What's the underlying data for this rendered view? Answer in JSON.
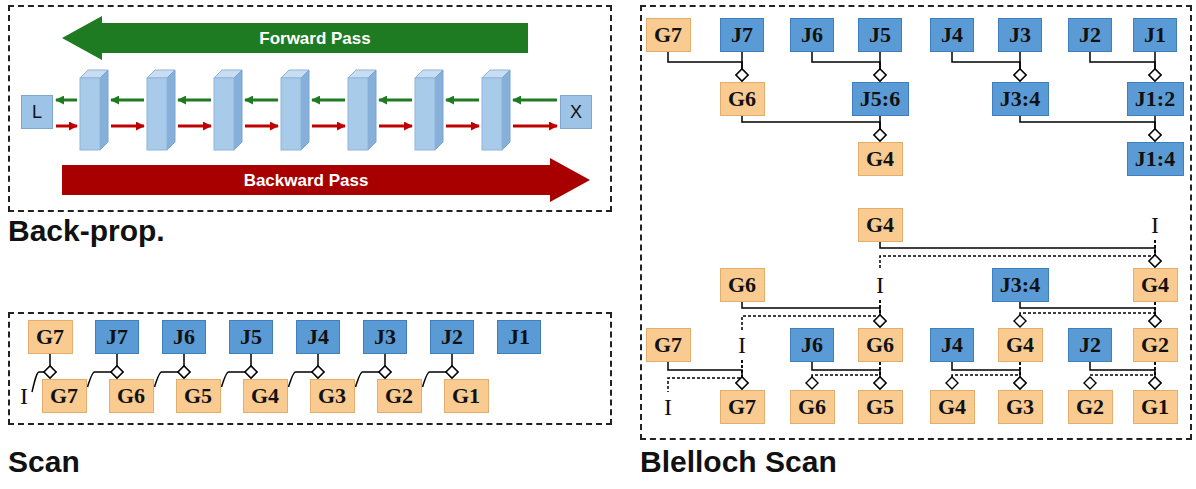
{
  "diagram": {
    "nodes": [
      {
        "text": [
          "Back-prop."
        ]
      },
      {
        "text": [
          "Forward Pass"
        ],
        "in": 0
      },
      {
        "text": [
          "L"
        ],
        "in": 0
      },
      {
        "text": [
          "X"
        ],
        "in": 0
      },
      {
        "text": [
          "Backward Pass"
        ],
        "in": 0
      },
      {
        "text": [
          "Scan"
        ]
      },
      {
        "text": [
          "G7"
        ],
        "in": 5
      },
      {
        "text": [
          "J7"
        ],
        "in": 5
      },
      {
        "text": [
          "J6"
        ],
        "in": 5
      },
      {
        "text": [
          "J5"
        ],
        "in": 5
      },
      {
        "text": [
          "J4"
        ],
        "in": 5
      },
      {
        "text": [
          "J3"
        ],
        "in": 5
      },
      {
        "text": [
          "J2"
        ],
        "in": 5
      },
      {
        "text": [
          "J1"
        ],
        "in": 5
      },
      {
        "text": [
          "G7"
        ],
        "in": 5
      },
      {
        "text": [
          "G6"
        ],
        "in": 5
      },
      {
        "text": [
          "G5"
        ],
        "in": 5
      },
      {
        "text": [
          "G4"
        ],
        "in": 5
      },
      {
        "text": [
          "G3"
        ],
        "in": 5
      },
      {
        "text": [
          "G2"
        ],
        "in": 5
      },
      {
        "text": [
          "G1"
        ],
        "in": 5
      },
      {
        "text": [
          "Blelloch Scan"
        ]
      },
      {
        "text": [
          "G7"
        ],
        "in": 21
      },
      {
        "text": [
          "J7"
        ],
        "in": 21
      },
      {
        "text": [
          "J6"
        ],
        "in": 21
      },
      {
        "text": [
          "J5"
        ],
        "in": 21
      },
      {
        "text": [
          "J4"
        ],
        "in": 21
      },
      {
        "text": [
          "J3"
        ],
        "in": 21
      },
      {
        "text": [
          "J2"
        ],
        "in": 21
      },
      {
        "text": [
          "J1"
        ],
        "in": 21
      },
      {
        "text": [
          "G6"
        ],
        "in": 21
      },
      {
        "text": [
          "J5:6"
        ],
        "in": 21
      },
      {
        "text": [
          "J3:4"
        ],
        "in": 21
      },
      {
        "text": [
          "J1:2"
        ],
        "in": 21
      },
      {
        "text": [
          "G4"
        ],
        "in": 21
      },
      {
        "text": [
          "J1:4"
        ],
        "in": 21
      },
      {
        "text": [
          "G4"
        ],
        "in": 21
      },
      {
        "text": [
          "G6"
        ],
        "in": 21
      },
      {
        "text": [
          "J3:4"
        ],
        "in": 21
      },
      {
        "text": [
          "G4"
        ],
        "in": 21
      },
      {
        "text": [
          "G7"
        ],
        "in": 21
      },
      {
        "text": [
          "J6"
        ],
        "in": 21
      },
      {
        "text": [
          "G6"
        ],
        "in": 21
      },
      {
        "text": [
          "J4"
        ],
        "in": 21
      },
      {
        "text": [
          "G4"
        ],
        "in": 21
      },
      {
        "text": [
          "J2"
        ],
        "in": 21
      },
      {
        "text": [
          "G2"
        ],
        "in": 21
      },
      {
        "text": [
          "G7"
        ],
        "in": 21
      },
      {
        "text": [
          "G6"
        ],
        "in": 21
      },
      {
        "text": [
          "G5"
        ],
        "in": 21
      },
      {
        "text": [
          "G4"
        ],
        "in": 21
      },
      {
        "text": [
          "G3"
        ],
        "in": 21
      },
      {
        "text": [
          "G2"
        ],
        "in": 21
      },
      {
        "text": [
          "G1"
        ],
        "in": 21
      }
    ],
    "edges": [
      {
        "from": 6,
        "to": 14,
        "arrow": "to"
      },
      {
        "from": 14,
        "to": 15,
        "arrow": "to"
      },
      {
        "from": 7,
        "to": 15,
        "arrow": "to"
      },
      {
        "from": 15,
        "to": 16,
        "arrow": "to"
      },
      {
        "from": 8,
        "to": 16,
        "arrow": "to"
      },
      {
        "from": 16,
        "to": 17,
        "arrow": "to"
      },
      {
        "from": 9,
        "to": 17,
        "arrow": "to"
      },
      {
        "from": 17,
        "to": 18,
        "arrow": "to"
      },
      {
        "from": 10,
        "to": 18,
        "arrow": "to"
      },
      {
        "from": 18,
        "to": 19,
        "arrow": "to"
      },
      {
        "from": 11,
        "to": 19,
        "arrow": "to"
      },
      {
        "from": 19,
        "to": 20,
        "arrow": "to"
      },
      {
        "from": 12,
        "to": 20,
        "arrow": "to"
      },
      {
        "from": 22,
        "to": 30,
        "arrow": "to"
      },
      {
        "from": 23,
        "to": 30,
        "arrow": "to"
      },
      {
        "from": 24,
        "to": 31,
        "arrow": "to"
      },
      {
        "from": 25,
        "to": 31,
        "arrow": "to"
      },
      {
        "from": 26,
        "to": 32,
        "arrow": "to"
      },
      {
        "from": 27,
        "to": 32,
        "arrow": "to"
      },
      {
        "from": 28,
        "to": 33,
        "arrow": "to"
      },
      {
        "from": 29,
        "to": 33,
        "arrow": "to"
      },
      {
        "from": 30,
        "to": 34,
        "arrow": "to"
      },
      {
        "from": 31,
        "to": 34,
        "arrow": "to"
      },
      {
        "from": 32,
        "to": 35,
        "arrow": "to"
      },
      {
        "from": 33,
        "to": 35,
        "arrow": "to"
      },
      {
        "from": 36,
        "to": 39,
        "arrow": "to"
      },
      {
        "from": 37,
        "to": 42,
        "arrow": "to"
      },
      {
        "from": 38,
        "to": 46,
        "arrow": "to"
      },
      {
        "from": 39,
        "to": 44,
        "arrow": "to"
      },
      {
        "from": 39,
        "to": 46,
        "arrow": "to"
      },
      {
        "from": 40,
        "to": 47,
        "arrow": "to"
      },
      {
        "from": 41,
        "to": 49,
        "arrow": "to"
      },
      {
        "from": 42,
        "to": 48,
        "arrow": "to"
      },
      {
        "from": 42,
        "to": 49,
        "arrow": "to"
      },
      {
        "from": 43,
        "to": 51,
        "arrow": "to"
      },
      {
        "from": 44,
        "to": 50,
        "arrow": "to"
      },
      {
        "from": 44,
        "to": 51,
        "arrow": "to"
      },
      {
        "from": 45,
        "to": 53,
        "arrow": "to"
      },
      {
        "from": 46,
        "to": 52,
        "arrow": "to"
      },
      {
        "from": 46,
        "to": 53,
        "arrow": "to"
      }
    ],
    "labels": [
      "I",
      "I",
      "I",
      "I",
      "I"
    ]
  }
}
